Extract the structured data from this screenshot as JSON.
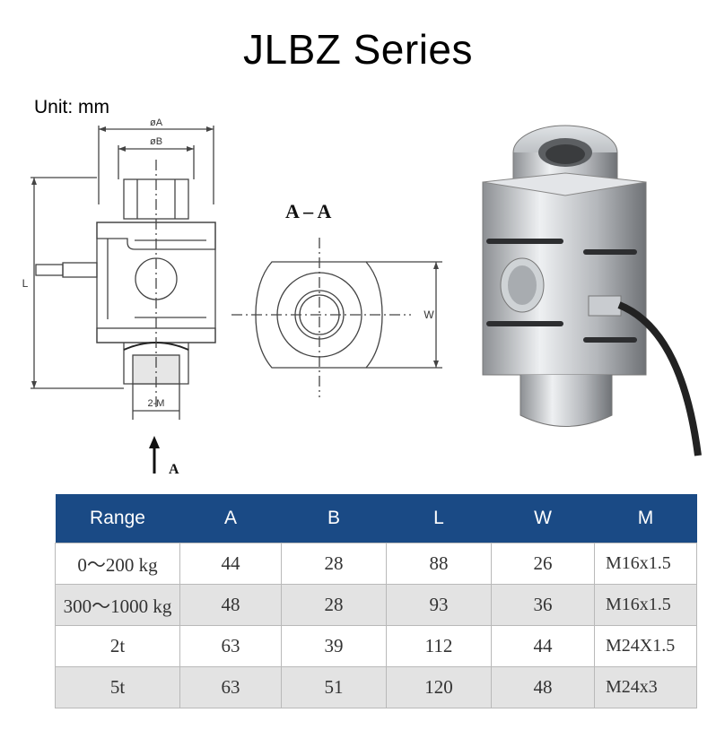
{
  "title": "JLBZ Series",
  "unit": "Unit: mm",
  "drawing": {
    "dim_a": "øA",
    "dim_b": "øB",
    "dim_l": "L",
    "dim_m": "2-M",
    "arrow_label": "A",
    "section_title": "A – A",
    "dim_w": "W"
  },
  "table": {
    "headers": [
      "Range",
      "A",
      "B",
      "L",
      "W",
      "M"
    ],
    "rows": [
      [
        "0～200 kg",
        "44",
        "28",
        "88",
        "26",
        "M16x1.5"
      ],
      [
        "300～1000 kg",
        "48",
        "28",
        "93",
        "36",
        "M16x1.5"
      ],
      [
        "2t",
        "63",
        "39",
        "112",
        "44",
        "M24X1.5"
      ],
      [
        "5t",
        "63",
        "51",
        "120",
        "48",
        "M24x3"
      ]
    ]
  },
  "colors": {
    "header_bg": "#1a4a85",
    "alt_row_bg": "#e3e3e3"
  }
}
